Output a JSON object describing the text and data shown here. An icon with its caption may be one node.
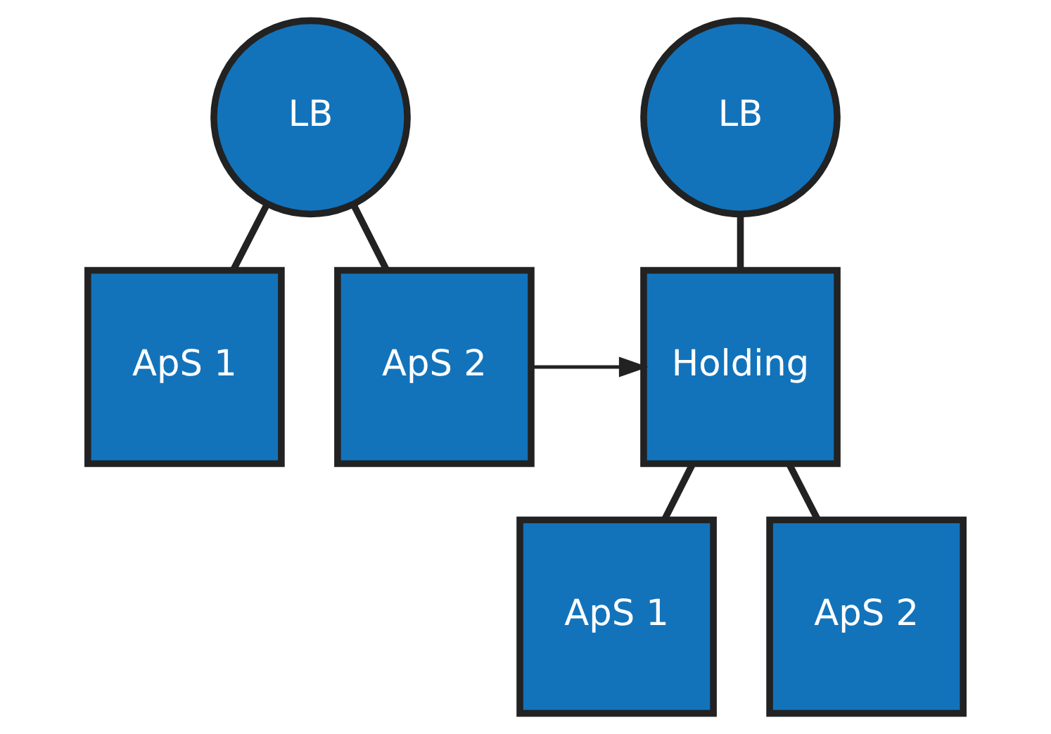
{
  "diagram": {
    "nodes": [
      {
        "text": [
          "LB"
        ]
      },
      {
        "text": [
          "ApS 1"
        ]
      },
      {
        "text": [
          "ApS 2"
        ]
      },
      {
        "text": [
          "LB"
        ]
      },
      {
        "text": [
          "Holding"
        ]
      },
      {
        "text": [
          "ApS 1"
        ]
      },
      {
        "text": [
          "ApS 2"
        ]
      }
    ],
    "edges": [
      {
        "from": 0,
        "to": 1,
        "arrow": "none"
      },
      {
        "from": 0,
        "to": 2,
        "arrow": "none"
      },
      {
        "from": 2,
        "to": 4,
        "arrow": "to"
      },
      {
        "from": 3,
        "to": 4,
        "arrow": "none"
      },
      {
        "from": 4,
        "to": 5,
        "arrow": "none"
      },
      {
        "from": 4,
        "to": 6,
        "arrow": "none"
      }
    ]
  }
}
